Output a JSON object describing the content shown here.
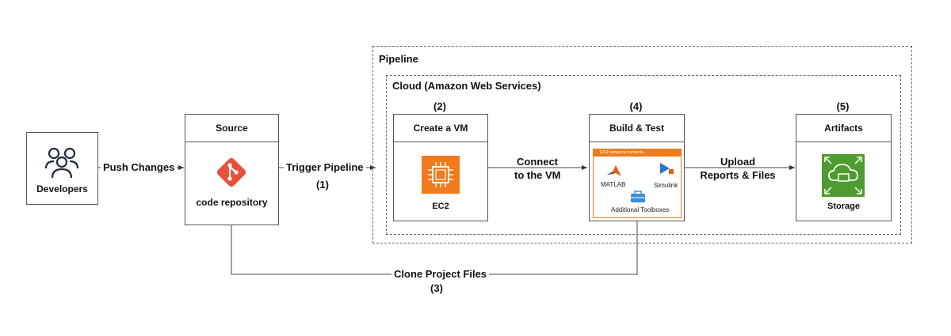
{
  "developers": {
    "label": "Developers"
  },
  "source": {
    "header": "Source",
    "label": "code repository"
  },
  "pipeline": {
    "label": "Pipeline"
  },
  "cloud": {
    "label": "Cloud (Amazon Web Services)"
  },
  "vm": {
    "step": "(2)",
    "header": "Create a VM",
    "label": "EC2"
  },
  "build": {
    "step": "(4)",
    "header": "Build & Test",
    "banner": "EC2 instance contents",
    "matlab": "MATLAB",
    "simulink": "Simulink",
    "toolboxes": "Additional Toolboxes"
  },
  "artifacts": {
    "step": "(5)",
    "header": "Artifacts",
    "label": "Storage"
  },
  "edges": {
    "push": "Push Changes",
    "trigger": "Trigger Pipeline",
    "trigger_step": "(1)",
    "connect_1": "Connect",
    "connect_2": "to the VM",
    "upload_1": "Upload",
    "upload_2": "Reports & Files",
    "clone": "Clone Project Files",
    "clone_step": "(3)"
  },
  "colors": {
    "git": "#e8503a",
    "ec2": "#ef7b1d",
    "storage": "#4f9b2f",
    "matlab": "#e0601a",
    "simulink": "#2a78c9",
    "toolbox": "#3b8fd6"
  },
  "icons": [
    "users-icon",
    "git-icon",
    "ec2-chip-icon",
    "matlab-icon",
    "simulink-icon",
    "toolbox-icon",
    "cloud-storage-icon"
  ]
}
